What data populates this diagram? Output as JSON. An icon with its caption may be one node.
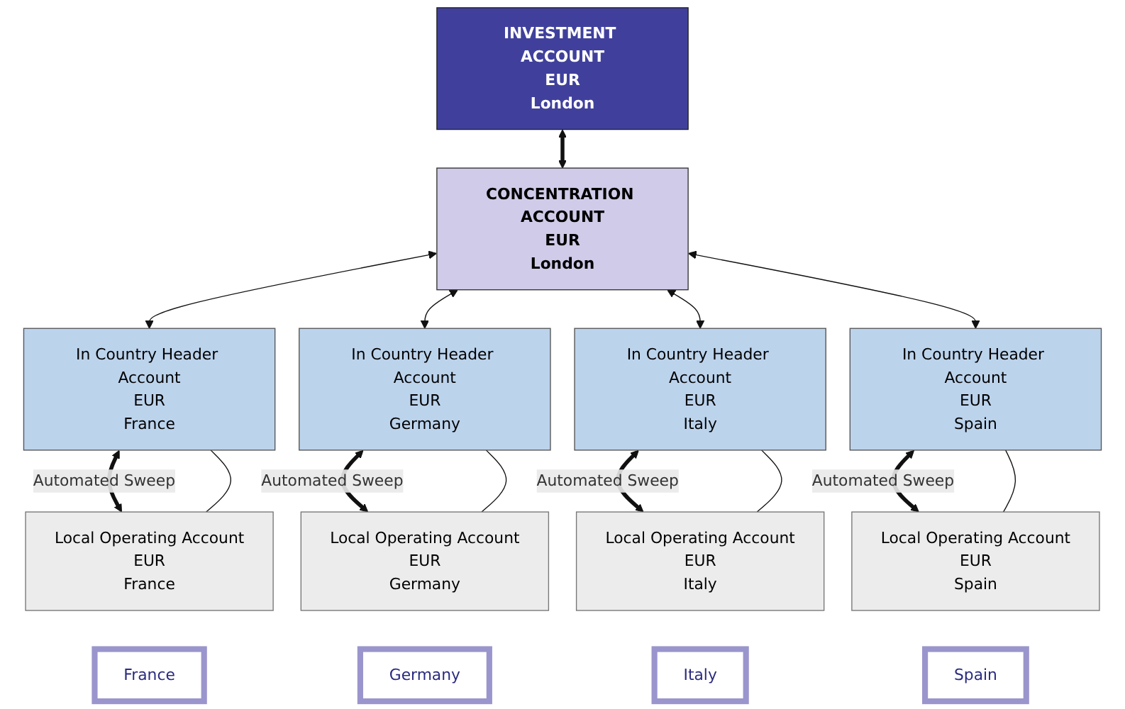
{
  "diagram": {
    "nodes": [
      {
        "text": [
          "INVESTMENT ACCOUNT",
          "EUR",
          "London"
        ]
      },
      {
        "text": [
          "CONCENTRATION ACCOUNT",
          "EUR",
          "London"
        ]
      },
      {
        "text": [
          "In Country Header Account",
          "EUR",
          "France"
        ]
      },
      {
        "text": [
          "In Country Header Account",
          "EUR",
          "Germany"
        ]
      },
      {
        "text": [
          "In Country Header Account",
          "EUR",
          "Italy"
        ]
      },
      {
        "text": [
          "In Country Header Account",
          "EUR",
          "Spain"
        ]
      },
      {
        "text": [
          "Local Operating Account",
          "EUR",
          "France"
        ]
      },
      {
        "text": [
          "Local Operating Account",
          "EUR",
          "Germany"
        ]
      },
      {
        "text": [
          "Local Operating Account",
          "EUR",
          "Italy"
        ]
      },
      {
        "text": [
          "Local Operating Account",
          "EUR",
          "Spain"
        ]
      },
      {
        "text": [
          "France"
        ]
      },
      {
        "text": [
          "Germany"
        ]
      },
      {
        "text": [
          "Italy"
        ]
      },
      {
        "text": [
          "Spain"
        ]
      }
    ],
    "edges": [
      {
        "from": 0,
        "to": 1,
        "arrow": "both",
        "style": "thick"
      },
      {
        "from": 1,
        "to": 2,
        "arrow": "both"
      },
      {
        "from": 1,
        "to": 3,
        "arrow": "both"
      },
      {
        "from": 1,
        "to": 4,
        "arrow": "both"
      },
      {
        "from": 1,
        "to": 5,
        "arrow": "both"
      },
      {
        "from": 2,
        "to": 6,
        "arrow": "both",
        "style": "thick",
        "label": "Automated Sweep"
      },
      {
        "from": 2,
        "to": 6,
        "arrow": "none"
      },
      {
        "from": 3,
        "to": 7,
        "arrow": "both",
        "style": "thick",
        "label": "Automated Sweep"
      },
      {
        "from": 3,
        "to": 7,
        "arrow": "none"
      },
      {
        "from": 4,
        "to": 8,
        "arrow": "both",
        "style": "thick",
        "label": "Automated Sweep"
      },
      {
        "from": 4,
        "to": 8,
        "arrow": "none"
      },
      {
        "from": 5,
        "to": 9,
        "arrow": "both",
        "style": "thick",
        "label": "Automated Sweep"
      },
      {
        "from": 5,
        "to": 9,
        "arrow": "none"
      }
    ]
  }
}
